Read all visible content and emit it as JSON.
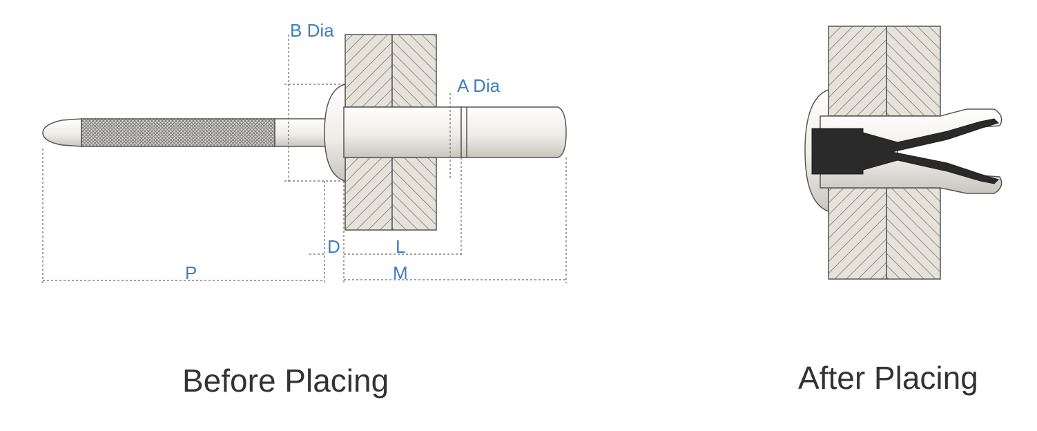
{
  "colors": {
    "dimension_text": "#3d7fc1",
    "outline": "#555555",
    "plate_fill": "#e6e2da",
    "hatch": "#8a8a8a",
    "rivet_fill": "#f1efea",
    "set_rivet_dark": "#2a2a2a",
    "caption": "#333333"
  },
  "labels": {
    "b_dia": "B Dia",
    "a_dia": "A Dia",
    "d": "D",
    "l": "L",
    "m": "M",
    "p": "P"
  },
  "captions": {
    "before": "Before Placing",
    "after": "After Placing"
  }
}
